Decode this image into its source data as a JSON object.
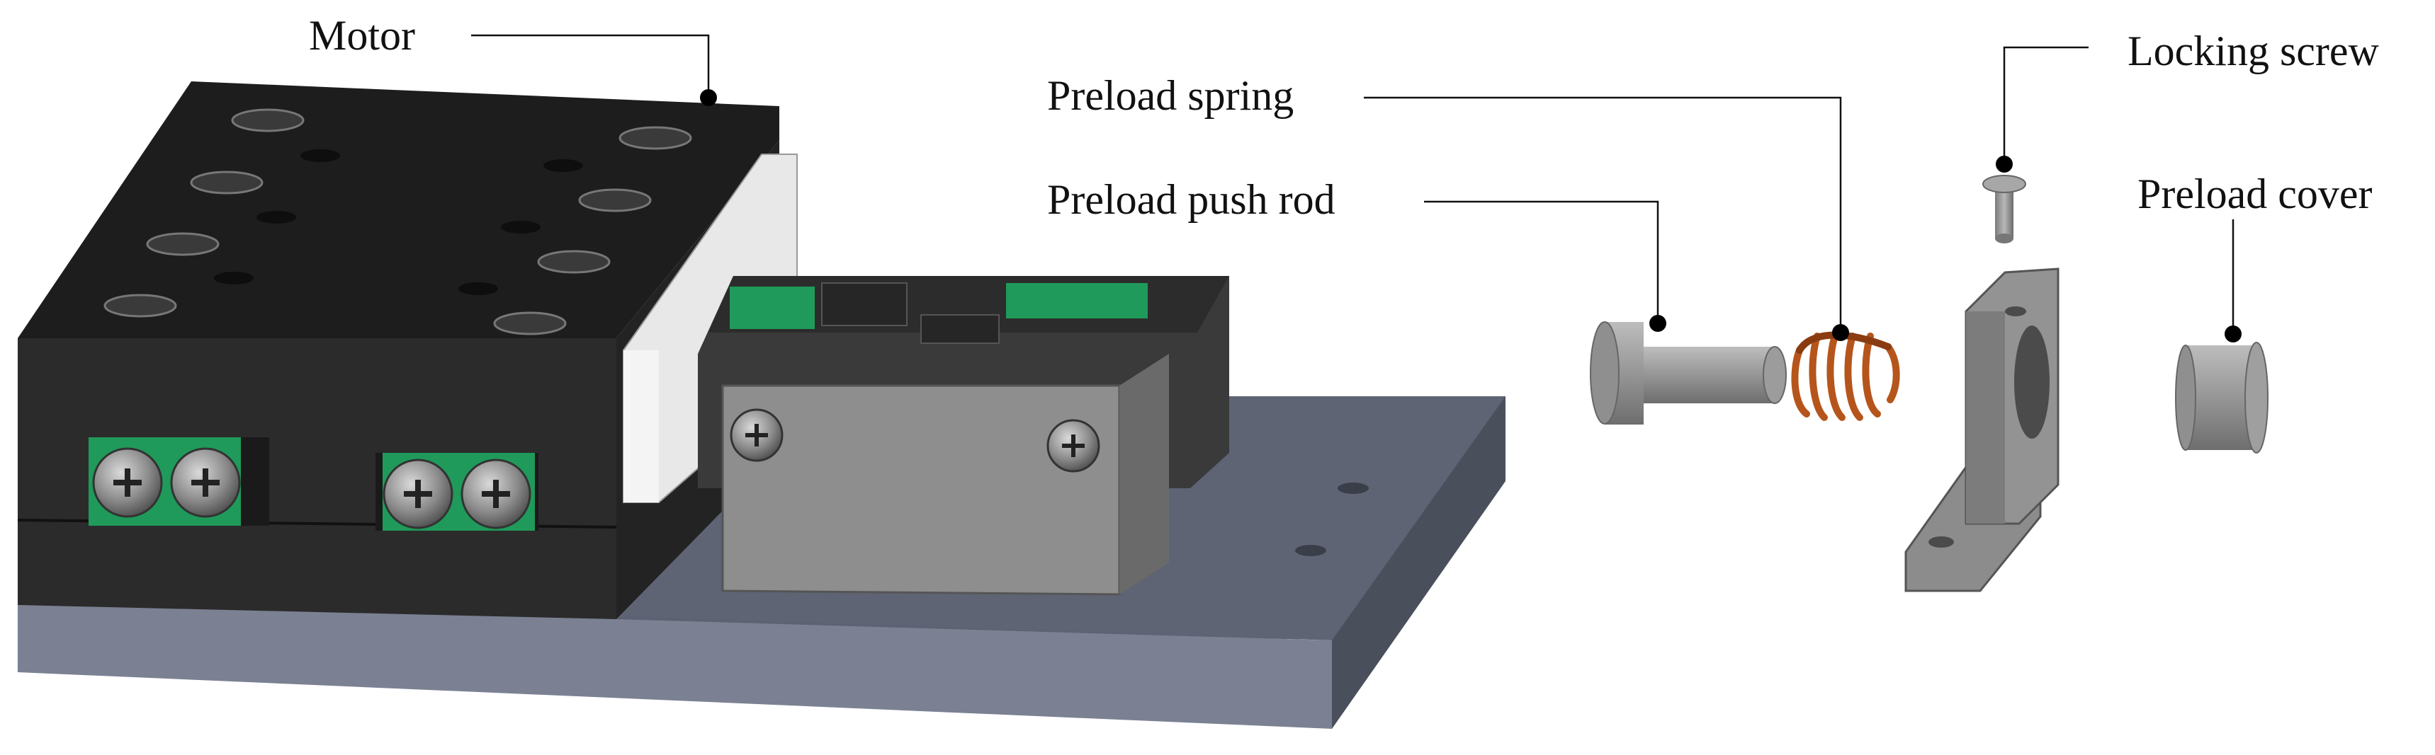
{
  "labels": {
    "motor": "Motor",
    "preload_spring": "Preload spring",
    "preload_push_rod": "Preload push rod",
    "locking_screw": "Locking screw",
    "preload_cover": "Preload cover"
  },
  "colors": {
    "motor_body": "#2a2a2a",
    "motor_top": "#1f1f1f",
    "base_plate_top": "#5c6272",
    "base_plate_front": "#7a8092",
    "screw_green": "#1f9a5a",
    "part_grey": "#8f8f8f",
    "spring_copper": "#b5551c",
    "leader_line": "#111111"
  }
}
